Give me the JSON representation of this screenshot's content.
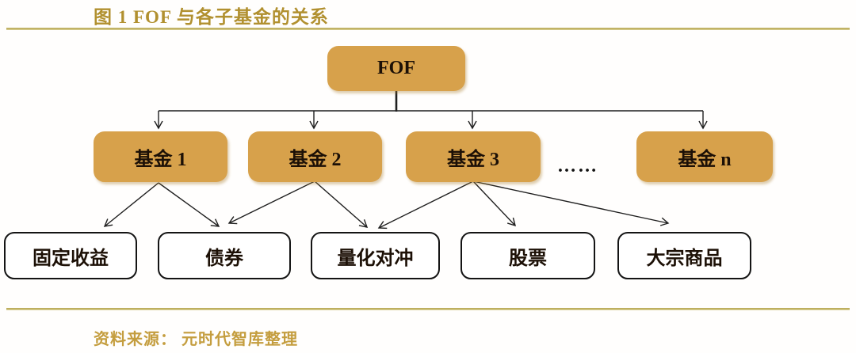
{
  "figure": {
    "title": "图 1 FOF 与各子基金的关系",
    "source_note": "资料来源： 元时代智库整理"
  },
  "tree": {
    "root": {
      "label": "FOF"
    },
    "funds": [
      {
        "label": "基金 1"
      },
      {
        "label": "基金 2"
      },
      {
        "label": "基金 3"
      },
      {
        "label": "基金 n"
      }
    ],
    "more_funds_ellipsis": "……",
    "assets": [
      {
        "label": "固定收益"
      },
      {
        "label": "债券"
      },
      {
        "label": "量化对冲"
      },
      {
        "label": "股票"
      },
      {
        "label": "大宗商品"
      }
    ],
    "edges": [
      {
        "from": "FOF",
        "to": "基金 1"
      },
      {
        "from": "FOF",
        "to": "基金 2"
      },
      {
        "from": "FOF",
        "to": "基金 3"
      },
      {
        "from": "FOF",
        "to": "基金 n"
      },
      {
        "from": "基金 1",
        "to": "固定收益"
      },
      {
        "from": "基金 1",
        "to": "债券"
      },
      {
        "from": "基金 2",
        "to": "债券"
      },
      {
        "from": "基金 2",
        "to": "量化对冲"
      },
      {
        "from": "基金 3",
        "to": "量化对冲"
      },
      {
        "from": "基金 3",
        "to": "股票"
      },
      {
        "from": "基金 3",
        "to": "大宗商品"
      }
    ]
  },
  "colors": {
    "gold_node_fill": "#d7a14b",
    "title_gold": "#b1902f",
    "rule_gold": "#c8b964",
    "source_gold": "#c49d3e",
    "line_black": "#1f1f1f",
    "leaf_border": "#141414"
  }
}
